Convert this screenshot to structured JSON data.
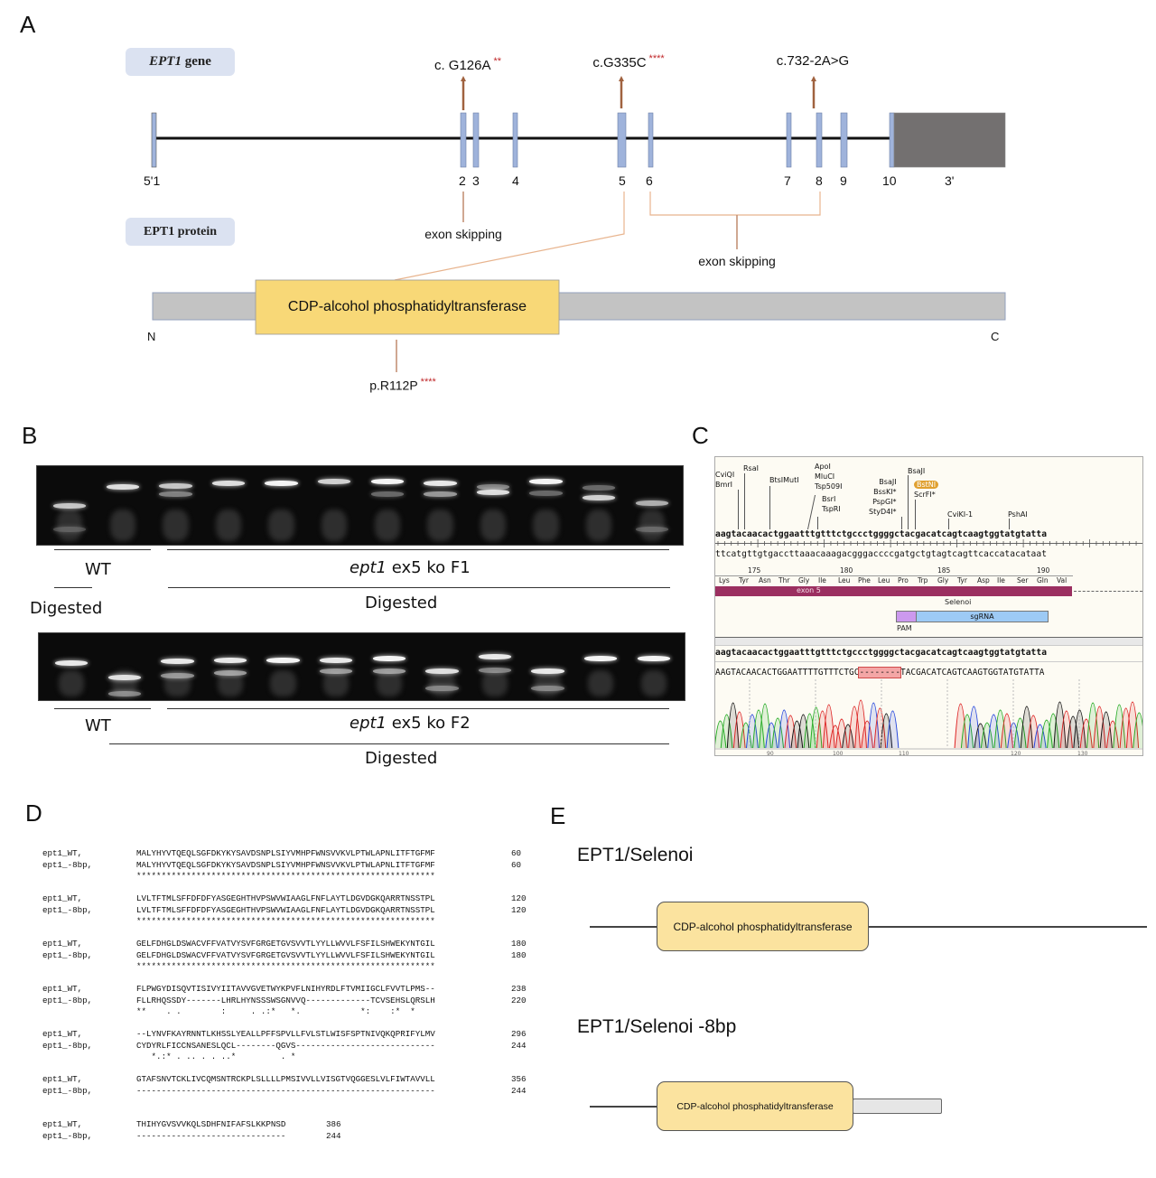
{
  "panels": {
    "A": {
      "letter": "A",
      "gene_label": "EPT1",
      "gene_label_suffix": "gene",
      "protein_label": "EPT1 protein",
      "exon_labels": [
        "5'1",
        "2",
        "3",
        "4",
        "5",
        "6",
        "7",
        "8",
        "9",
        "10",
        "3'"
      ],
      "mutations": [
        {
          "text": "c. G126A",
          "stars": "**",
          "exon": "2"
        },
        {
          "text": "c.G335C",
          "stars": "****",
          "exon": "5"
        },
        {
          "text": "c.732-2A>G",
          "stars": "",
          "exon": "8"
        }
      ],
      "effects": [
        {
          "text": "exon skipping",
          "from_exons": [
            "2"
          ]
        },
        {
          "text": "exon skipping",
          "from_exons": [
            "6",
            "8"
          ]
        }
      ],
      "protein": {
        "domain": "CDP-alcohol phosphatidyltransferase",
        "n_term": "N",
        "c_term": "C",
        "variant": "p.R112P",
        "variant_stars": "****"
      },
      "colors": {
        "exon": "#9fb3db",
        "utr3": "#737070",
        "domain": "#f8d877",
        "protein_bar": "#c3c3c3",
        "arrow": "#a0623f",
        "stars": "#c0282a",
        "pill": "#dbe2f1"
      }
    },
    "B": {
      "letter": "B",
      "gel1": {
        "group_wt": "WT",
        "group_wt_sub": "Digested",
        "group_ko_prefix": "ept1",
        "group_ko_suffix": " ex5 ko F1",
        "group_ko_sub": "Digested",
        "lanes": 12
      },
      "gel2": {
        "group_wt": "WT",
        "group_ko_prefix": "ept1",
        "group_ko_suffix": " ex5 ko F2",
        "group_sub": "Digested",
        "lanes": 12
      }
    },
    "C": {
      "letter": "C",
      "enzymes": [
        {
          "lines": [
            "CviQI",
            "BmrI"
          ]
        },
        {
          "lines": [
            "RsaI"
          ]
        },
        {
          "lines": [
            "BtsIMutI"
          ]
        },
        {
          "lines": [
            "ApoI",
            "MluCI",
            "Tsp509I"
          ]
        },
        {
          "lines": [
            "BsrI",
            "TspRI"
          ]
        },
        {
          "lines": [
            "BsaJI",
            "BssKI*",
            "PspGI*",
            "StyD4I*"
          ]
        },
        {
          "lines": [
            "BsaJI"
          ]
        },
        {
          "lines": [
            "BstNI",
            "ScrFI*"
          ],
          "highlight": "BstNI"
        },
        {
          "lines": [
            "CviKI-1"
          ]
        },
        {
          "lines": [
            "PshAI"
          ]
        }
      ],
      "top_strand": "aagtacaacactggaatttgtttctgccctggggctacgacatcagtcaagtggtatgtatta",
      "bottom_strand": "ttcatgttgtgaccttaaacaaagacgggaccccgatgctgtagtcagttcaccatacataat",
      "ruler_numbers": [
        "175",
        "180",
        "185",
        "190"
      ],
      "amino_acids": [
        "Lys",
        "Tyr",
        "Asn",
        "Thr",
        "Gly",
        "Ile",
        "Leu",
        "Phe",
        "Leu",
        "Pro",
        "Trp",
        "Gly",
        "Tyr",
        "Asp",
        "Ile",
        "Ser",
        "Gln",
        "Val"
      ],
      "exon_feature": "exon 5",
      "gene_name": "Selenoi",
      "pam": "PAM",
      "sgrna": "sgRNA",
      "ref_seq": "aagtacaacactggaatttgtttctgccctggggctacgacatcagtcaagtggtatgtatta",
      "read_seq_left": "AAGTACAACACTGGAATTTTGTTTCTGC",
      "read_gap": "--------",
      "read_seq_right": "TACGACATCAGTCAAGTGGTATGTATTA",
      "trace_axis": [
        "90",
        "100",
        "110",
        "120",
        "130"
      ],
      "colors": {
        "exon": "#9b2f60",
        "pam": "#cc99ee",
        "sgrna": "#9dcaf5",
        "bstni": "#e0a030",
        "deletion": "#f4a6a6"
      }
    },
    "D": {
      "letter": "D",
      "blocks": [
        {
          "rows": [
            {
              "name": "ept1_WT,",
              "seq": "MALYHYVTQEQLSGFDKYKYSAVDSNPLSIYVMHPFWNSVVKVLPTWLAPNLITFTGFMF",
              "pos": "60"
            },
            {
              "name": "ept1_-8bp,",
              "seq": "MALYHYVTQEQLSGFDKYKYSAVDSNPLSIYVMHPFWNSVVKVLPTWLAPNLITFTGFMF",
              "pos": "60"
            }
          ],
          "consensus": "************************************************************"
        },
        {
          "rows": [
            {
              "name": "ept1_WT,",
              "seq": "LVLTFTMLSFFDFDFYASGEGHTHVPSWVWIAAGLFNFLAYTLDGVDGKQARRTNSSTPL",
              "pos": "120"
            },
            {
              "name": "ept1_-8bp,",
              "seq": "LVLTFTMLSFFDFDFYASGEGHTHVPSWVWIAAGLFNFLAYTLDGVDGKQARRTNSSTPL",
              "pos": "120"
            }
          ],
          "consensus": "************************************************************"
        },
        {
          "rows": [
            {
              "name": "ept1_WT,",
              "seq": "GELFDHGLDSWACVFFVATVYSVFGRGETGVSVVTLYYLLWVVLFSFILSHWEKYNTGIL",
              "pos": "180"
            },
            {
              "name": "ept1_-8bp,",
              "seq": "GELFDHGLDSWACVFFVATVYSVFGRGETGVSVVTLYYLLWVVLFSFILSHWEKYNTGIL",
              "pos": "180"
            }
          ],
          "consensus": "************************************************************"
        },
        {
          "rows": [
            {
              "name": "ept1_WT,",
              "seq": "FLPWGYDISQVTISIVYIITAVVGVETWYKPVFLNIHYRDLFTVMIIGCLFVVTLPMS--",
              "pos": "238"
            },
            {
              "name": "ept1_-8bp,",
              "seq": "FLLRHQSSDY-------LHRLHYNSSSWSGNVVQ-------------TCVSEHSLQRSLH",
              "pos": "220"
            }
          ],
          "consensus": "**    . .        :     . .:*   *.            *:    :*  *"
        },
        {
          "rows": [
            {
              "name": "ept1_WT,",
              "seq": "--LYNVFKAYRNNTLKHSSLYEALLPFFSPVLLFVLSTLWISFSPTNIVQKQPRIFYLMV",
              "pos": "296"
            },
            {
              "name": "ept1_-8bp,",
              "seq": "CYDYRLFICCNSANESLQCL--------QGVS----------------------------",
              "pos": "244"
            }
          ],
          "consensus": "   *.:* . .. . . ..*         . *"
        },
        {
          "rows": [
            {
              "name": "ept1_WT,",
              "seq": "GTAFSNVTCKLIVCQMSNTRCKPLSLLLLPMSIVVLLVISGTVQGGESLVLFIWTAVVLL",
              "pos": "356"
            },
            {
              "name": "ept1_-8bp,",
              "seq": "------------------------------------------------------------",
              "pos": "244"
            }
          ],
          "consensus": ""
        },
        {
          "rows": [
            {
              "name": "ept1_WT,",
              "seq": "THIHYGVSVVKQLSDHFNIFAFSLKKPNSD",
              "pos": "386"
            },
            {
              "name": "ept1_-8bp,",
              "seq": "------------------------------",
              "pos": "244"
            }
          ],
          "consensus": ""
        }
      ]
    },
    "E": {
      "letter": "E",
      "constructs": [
        {
          "title": "EPT1/Selenoi",
          "domain": "CDP-alcohol phosphatidyltransferase",
          "truncated": false
        },
        {
          "title": "EPT1/Selenoi -8bp",
          "domain": "CDP-alcohol phosphatidyltransferase",
          "truncated": true
        }
      ]
    }
  }
}
